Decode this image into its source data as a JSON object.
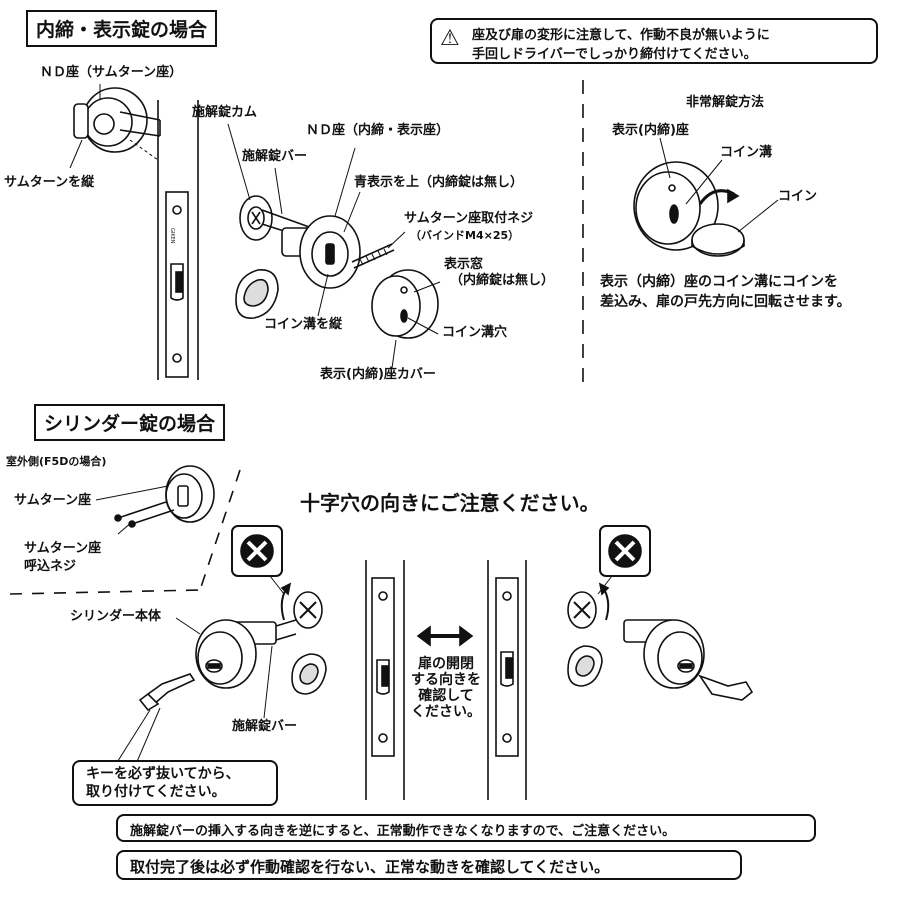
{
  "sections": {
    "bolt_title": "内締・表示錠の場合",
    "cylinder_title": "シリンダー錠の場合"
  },
  "caution": {
    "icon": "warning-triangle-icon",
    "line1": "座及び扉の変形に注意して、作動不良が無いように",
    "line2": "手回しドライバーでしっかり締付けてください。"
  },
  "bolt_labels": {
    "nd_thumb": "ＮＤ座（サムターン座）",
    "thumb_vertical": "サムターンを縦",
    "cam": "施解錠カム",
    "bar": "施解錠バー",
    "nd_indicator": "ＮＤ座（内締・表示座）",
    "blue_up": "青表示を上（内締錠は無し）",
    "screw": "サムターン座取付ネジ",
    "screw_spec": "（バインドM4×25）",
    "window1": "表示窓",
    "window2": "（内締錠は無し）",
    "coin_vertical": "コイン溝を縦",
    "coin_hole": "コイン溝穴",
    "cover": "表示(内締)座カバー",
    "brand": "GIKEN"
  },
  "emergency": {
    "title": "非常解錠方法",
    "seat": "表示(内締)座",
    "groove": "コイン溝",
    "coin": "コイン",
    "desc1": "表示（内締）座のコイン溝にコインを",
    "desc2": "差込み、扉の戸先方向に回転させます。"
  },
  "cylinder_labels": {
    "outdoor": "室外側(F5Dの場合)",
    "thumb_seat": "サムターン座",
    "call_screw1": "サムターン座",
    "call_screw2": "呼込ネジ",
    "body": "シリンダー本体",
    "bar": "施解錠バー",
    "cross_title": "十字穴の向きにご注意ください。",
    "door_dir1": "扉の開閉",
    "door_dir2": "する向きを",
    "door_dir3": "確認して",
    "door_dir4": "ください。",
    "key_note1": "キーを必ず抜いてから、",
    "key_note2": "取り付けてください。"
  },
  "notes": {
    "reverse": "施解錠バーの挿入する向きを逆にすると、正常動作できなくなりますので、ご注意ください。",
    "confirm": "取付完了後は必ず作動確認を行ない、正常な動きを確認してください。"
  }
}
